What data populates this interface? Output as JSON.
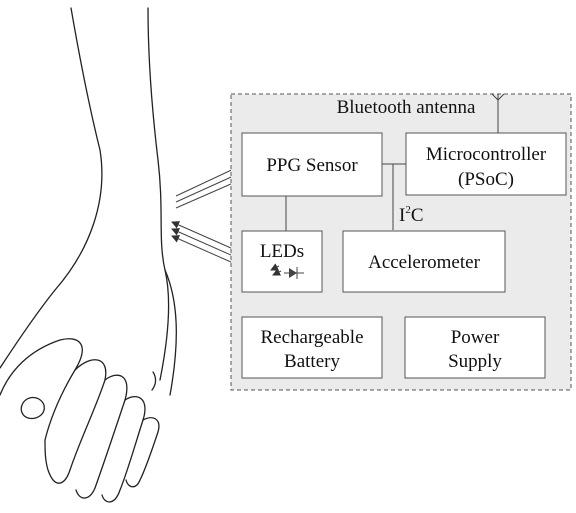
{
  "diagram": {
    "antenna_label": "Bluetooth antenna",
    "ppg_sensor": "PPG Sensor",
    "microcontroller": {
      "line1": "Microcontroller",
      "line2": "(PSoC)"
    },
    "bus": {
      "prefix": "I",
      "superscript": "2",
      "suffix": "C"
    },
    "leds": "LEDs",
    "accelerometer": "Accelerometer",
    "battery": {
      "line1": "Rechargeable",
      "line2": "Battery"
    },
    "power_supply": {
      "line1": "Power",
      "line2": "Supply"
    }
  },
  "colors": {
    "device_panel": "#ebebeb",
    "box_fill": "#ffffff",
    "box_stroke": "#555555",
    "text": "#111111"
  },
  "icons": [
    "antenna-icon",
    "led-diode-icon",
    "hand-outline"
  ]
}
